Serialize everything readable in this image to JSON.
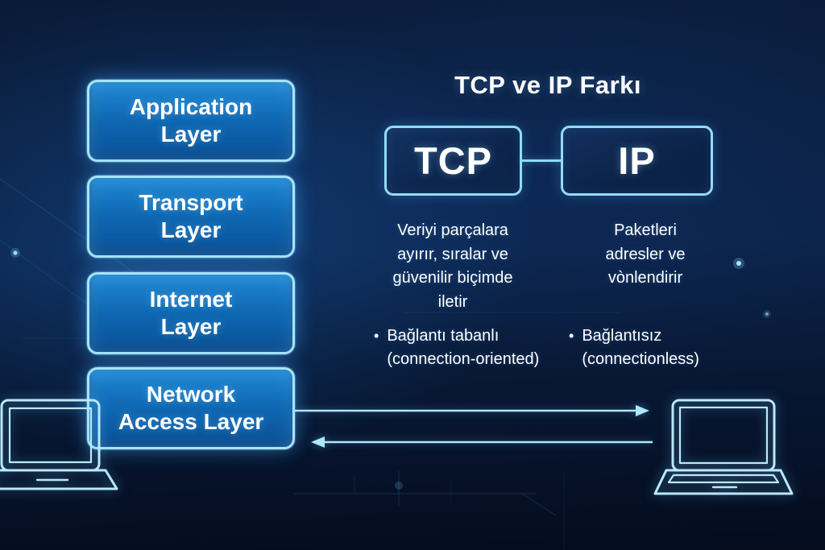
{
  "title": "TCP ve IP Farkı",
  "layers": [
    {
      "label": "Application\nLayer"
    },
    {
      "label": "Transport\nLayer"
    },
    {
      "label": "Internet\nLayer"
    },
    {
      "label": "Network\nAccess Layer"
    }
  ],
  "comparison": {
    "tcp": {
      "label": "TCP",
      "description": "Veriyi parçalara\nayırır, sıralar ve\ngüvenilir biçimde\niletir",
      "bullet_marker": "•",
      "bullet": "Bağlantı tabanlı\n(connection-oriented)"
    },
    "ip": {
      "label": "IP",
      "description": "Paketleri\nadresler ve\nvònlendirir",
      "bullet_marker": "•",
      "bullet": "Bağlantısız\n(connectionless)"
    }
  },
  "icons": {
    "left_device": "laptop-icon",
    "right_device": "laptop-icon",
    "flow": [
      "right-arrow-icon",
      "left-arrow-icon"
    ]
  },
  "colors": {
    "background": "#0a1c3a",
    "layer_box_border": "#a6e4fb",
    "layer_box_fill_top": "#2189d6",
    "layer_box_fill_bottom": "#0a5096",
    "proto_box_border": "#93dbf8",
    "arrow": "#aee7fb",
    "text": "#ffffff"
  }
}
